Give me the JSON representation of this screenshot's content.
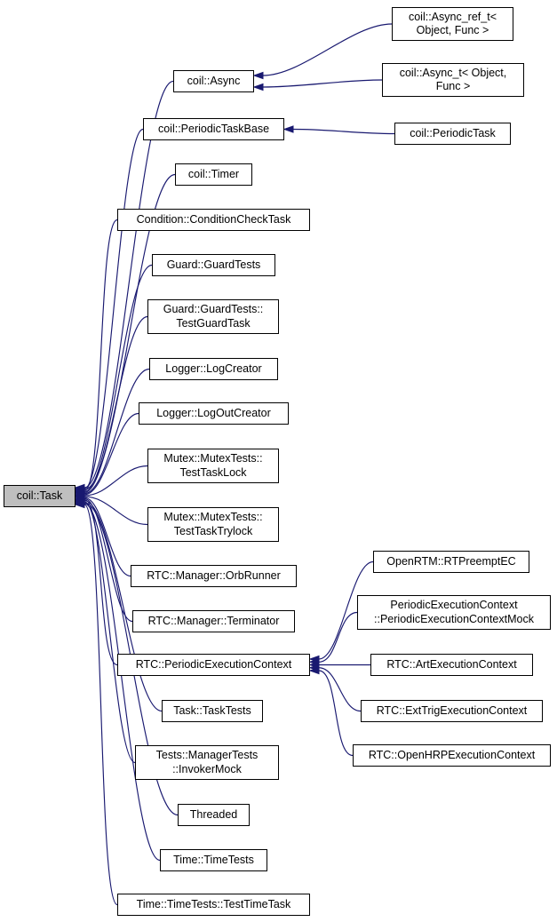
{
  "diagram": {
    "type": "inheritance-graph",
    "root": "coil::Task",
    "colors": {
      "edge": "#191970",
      "node_fill": "#ffffff",
      "node_border": "#000000",
      "current_fill": "#bfbfbf",
      "background": "#ffffff"
    },
    "nodes": [
      {
        "id": "async_ref_t",
        "label": "coil::Async_ref_t<\nObject, Func >"
      },
      {
        "id": "async",
        "label": "coil::Async"
      },
      {
        "id": "async_t",
        "label": "coil::Async_t< Object,\nFunc >"
      },
      {
        "id": "periodic_task_base",
        "label": "coil::PeriodicTaskBase"
      },
      {
        "id": "periodic_task",
        "label": "coil::PeriodicTask"
      },
      {
        "id": "timer",
        "label": "coil::Timer"
      },
      {
        "id": "condition_check_task",
        "label": "Condition::ConditionCheckTask"
      },
      {
        "id": "guard_tests",
        "label": "Guard::GuardTests"
      },
      {
        "id": "test_guard_task",
        "label": "Guard::GuardTests::\nTestGuardTask"
      },
      {
        "id": "log_creator",
        "label": "Logger::LogCreator"
      },
      {
        "id": "log_out_creator",
        "label": "Logger::LogOutCreator"
      },
      {
        "id": "test_task_lock",
        "label": "Mutex::MutexTests::\nTestTaskLock"
      },
      {
        "id": "task",
        "label": "coil::Task",
        "current": true
      },
      {
        "id": "test_task_trylock",
        "label": "Mutex::MutexTests::\nTestTaskTrylock"
      },
      {
        "id": "orb_runner",
        "label": "RTC::Manager::OrbRunner"
      },
      {
        "id": "terminator",
        "label": "RTC::Manager::Terminator"
      },
      {
        "id": "rt_preempt_ec",
        "label": "OpenRTM::RTPreemptEC"
      },
      {
        "id": "pec_mock",
        "label": "PeriodicExecutionContext\n::PeriodicExecutionContextMock"
      },
      {
        "id": "periodic_ec",
        "label": "RTC::PeriodicExecutionContext"
      },
      {
        "id": "art_ec",
        "label": "RTC::ArtExecutionContext"
      },
      {
        "id": "ext_trig_ec",
        "label": "RTC::ExtTrigExecutionContext"
      },
      {
        "id": "task_tests",
        "label": "Task::TaskTests"
      },
      {
        "id": "open_hrp_ec",
        "label": "RTC::OpenHRPExecutionContext"
      },
      {
        "id": "invoker_mock",
        "label": "Tests::ManagerTests\n::InvokerMock"
      },
      {
        "id": "threaded",
        "label": "Threaded"
      },
      {
        "id": "time_tests",
        "label": "Time::TimeTests"
      },
      {
        "id": "test_time_task",
        "label": "Time::TimeTests::TestTimeTask"
      }
    ],
    "edges": [
      {
        "from": "async_ref_t",
        "to": "async"
      },
      {
        "from": "async_t",
        "to": "async"
      },
      {
        "from": "periodic_task",
        "to": "periodic_task_base"
      },
      {
        "from": "rt_preempt_ec",
        "to": "periodic_ec"
      },
      {
        "from": "pec_mock",
        "to": "periodic_ec"
      },
      {
        "from": "art_ec",
        "to": "periodic_ec"
      },
      {
        "from": "ext_trig_ec",
        "to": "periodic_ec"
      },
      {
        "from": "open_hrp_ec",
        "to": "periodic_ec"
      },
      {
        "from": "async",
        "to": "task"
      },
      {
        "from": "periodic_task_base",
        "to": "task"
      },
      {
        "from": "timer",
        "to": "task"
      },
      {
        "from": "condition_check_task",
        "to": "task"
      },
      {
        "from": "guard_tests",
        "to": "task"
      },
      {
        "from": "test_guard_task",
        "to": "task"
      },
      {
        "from": "log_creator",
        "to": "task"
      },
      {
        "from": "log_out_creator",
        "to": "task"
      },
      {
        "from": "test_task_lock",
        "to": "task"
      },
      {
        "from": "test_task_trylock",
        "to": "task"
      },
      {
        "from": "orb_runner",
        "to": "task"
      },
      {
        "from": "terminator",
        "to": "task"
      },
      {
        "from": "periodic_ec",
        "to": "task"
      },
      {
        "from": "task_tests",
        "to": "task"
      },
      {
        "from": "invoker_mock",
        "to": "task"
      },
      {
        "from": "threaded",
        "to": "task"
      },
      {
        "from": "time_tests",
        "to": "task"
      },
      {
        "from": "test_time_task",
        "to": "task"
      }
    ]
  }
}
